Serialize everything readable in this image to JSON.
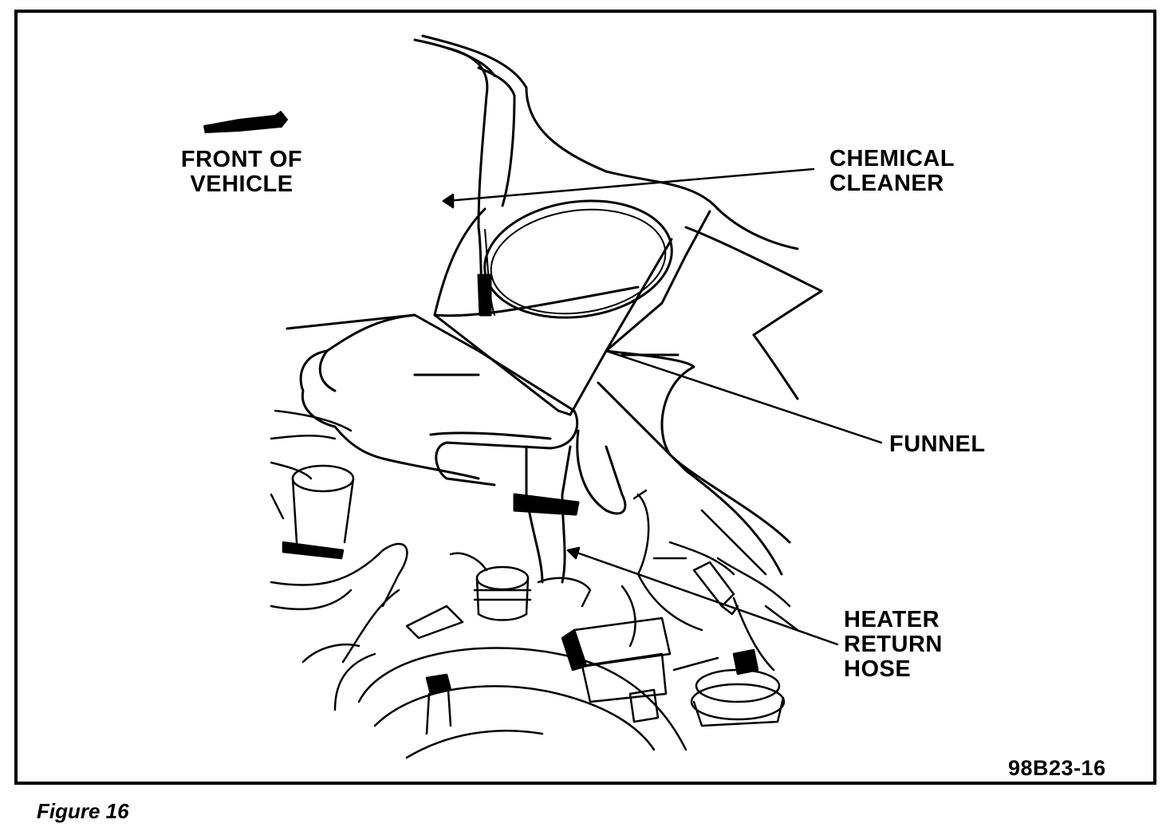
{
  "labels": {
    "front_of_vehicle": "FRONT OF\nVEHICLE",
    "chemical_cleaner": "CHEMICAL\nCLEANER",
    "funnel": "FUNNEL",
    "heater_return_hose": "HEATER\nRETURN\nHOSE",
    "figure_id": "98B23-16"
  },
  "caption": "Figure 16",
  "colors": {
    "line": "#000000",
    "background": "#ffffff"
  }
}
